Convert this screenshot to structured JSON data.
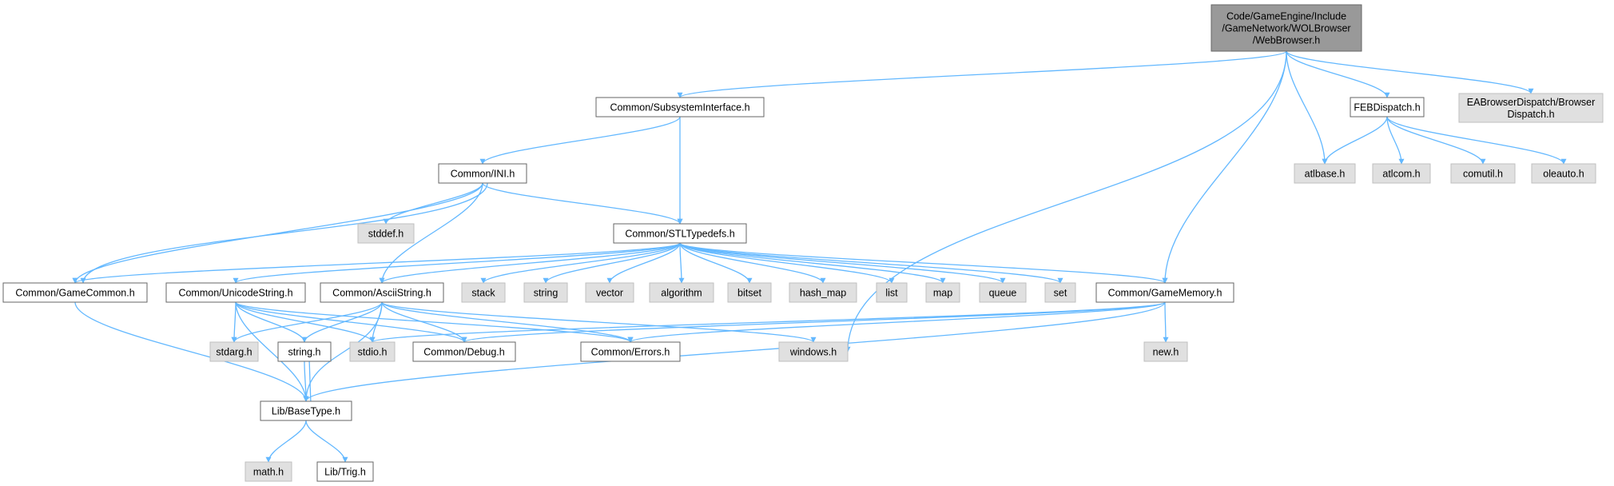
{
  "colors": {
    "edge": "#63b8ff",
    "node_border": "#666666",
    "external_fill": "#e0e0e0",
    "root_fill": "#999999"
  },
  "nodes": {
    "root": {
      "lines": [
        "Code/GameEngine/Include",
        "/GameNetwork/WOLBrowser",
        "/WebBrowser.h"
      ]
    },
    "subsystem": {
      "lines": [
        "Common/SubsystemInterface.h"
      ]
    },
    "febdispatch": {
      "lines": [
        "FEBDispatch.h"
      ]
    },
    "eabrowser": {
      "lines": [
        "EABrowserDispatch/Browser",
        "Dispatch.h"
      ]
    },
    "ini": {
      "lines": [
        "Common/INI.h"
      ]
    },
    "atlbase": {
      "lines": [
        "atlbase.h"
      ]
    },
    "atlcom": {
      "lines": [
        "atlcom.h"
      ]
    },
    "comutil": {
      "lines": [
        "comutil.h"
      ]
    },
    "oleauto": {
      "lines": [
        "oleauto.h"
      ]
    },
    "stddef": {
      "lines": [
        "stddef.h"
      ]
    },
    "stltypedefs": {
      "lines": [
        "Common/STLTypedefs.h"
      ]
    },
    "gamecommon": {
      "lines": [
        "Common/GameCommon.h"
      ]
    },
    "unicodestring": {
      "lines": [
        "Common/UnicodeString.h"
      ]
    },
    "asciistring": {
      "lines": [
        "Common/AsciiString.h"
      ]
    },
    "stack": {
      "lines": [
        "stack"
      ]
    },
    "string": {
      "lines": [
        "string"
      ]
    },
    "vector": {
      "lines": [
        "vector"
      ]
    },
    "algorithm": {
      "lines": [
        "algorithm"
      ]
    },
    "bitset": {
      "lines": [
        "bitset"
      ]
    },
    "hash_map": {
      "lines": [
        "hash_map"
      ]
    },
    "list": {
      "lines": [
        "list"
      ]
    },
    "map": {
      "lines": [
        "map"
      ]
    },
    "queue": {
      "lines": [
        "queue"
      ]
    },
    "set": {
      "lines": [
        "set"
      ]
    },
    "gamememory": {
      "lines": [
        "Common/GameMemory.h"
      ]
    },
    "stdarg": {
      "lines": [
        "stdarg.h"
      ]
    },
    "string_h": {
      "lines": [
        "string.h"
      ]
    },
    "stdio": {
      "lines": [
        "stdio.h"
      ]
    },
    "debug": {
      "lines": [
        "Common/Debug.h"
      ]
    },
    "errors": {
      "lines": [
        "Common/Errors.h"
      ]
    },
    "windows": {
      "lines": [
        "windows.h"
      ]
    },
    "new_h": {
      "lines": [
        "new.h"
      ]
    },
    "basetype": {
      "lines": [
        "Lib/BaseType.h"
      ]
    },
    "math": {
      "lines": [
        "math.h"
      ]
    },
    "trig": {
      "lines": [
        "Lib/Trig.h"
      ]
    }
  }
}
